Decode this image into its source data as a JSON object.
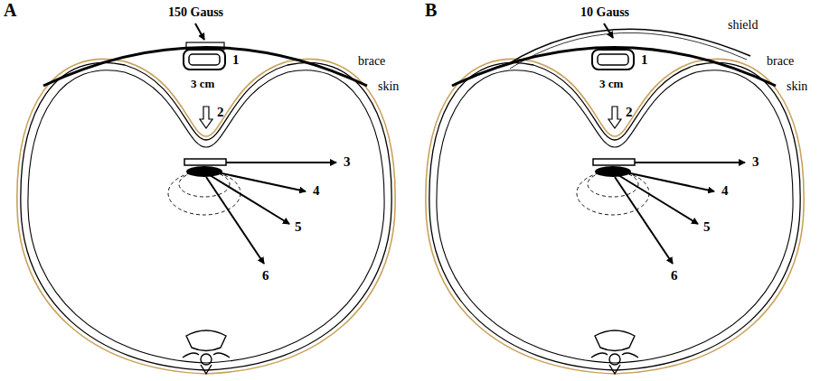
{
  "diagram": {
    "labels": [
      "A",
      "150 Gauss",
      "1",
      "3 cm",
      "2",
      "3",
      "4",
      "5",
      "6",
      "brace",
      "skin",
      "B",
      "10 Gauss",
      "shield",
      "1",
      "3 cm",
      "2",
      "3",
      "4",
      "5",
      "6",
      "brace",
      "skin"
    ]
  }
}
